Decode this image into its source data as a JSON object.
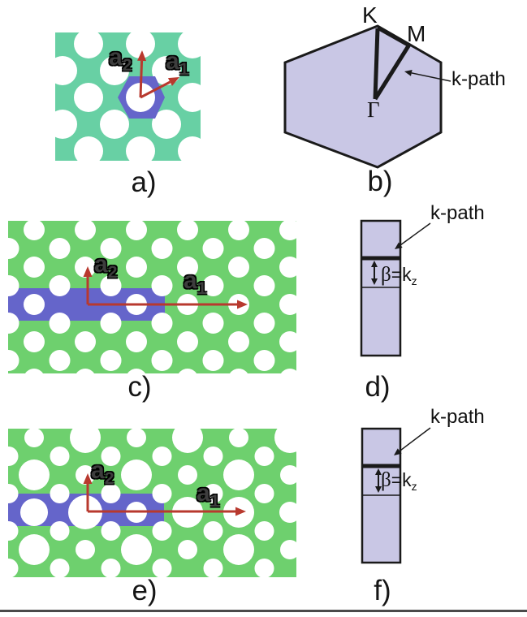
{
  "panels": {
    "a": {
      "caption": "a)",
      "vectors": {
        "a1": {
          "base": "a",
          "sub": "1"
        },
        "a2": {
          "base": "a",
          "sub": "2"
        }
      }
    },
    "b": {
      "caption": "b)",
      "k_path": "k-path",
      "points": {
        "K": "K",
        "M": "M",
        "Gamma": "Γ"
      }
    },
    "c": {
      "caption": "c)",
      "vectors": {
        "a1": {
          "base": "a",
          "sub": "1"
        },
        "a2": {
          "base": "a",
          "sub": "2"
        }
      }
    },
    "d": {
      "caption": "d)",
      "k_path": "k-path",
      "beta": {
        "beta": "β",
        "eq": "=k",
        "sub": "z"
      }
    },
    "e": {
      "caption": "e)",
      "vectors": {
        "a1": {
          "base": "a",
          "sub": "1"
        },
        "a2": {
          "base": "a",
          "sub": "2"
        }
      }
    },
    "f": {
      "caption": "f)",
      "k_path": "k-path",
      "beta": {
        "beta": "β",
        "eq": "=k",
        "sub": "z"
      }
    }
  },
  "colors": {
    "teal_slab": "#68d0a4",
    "green_slab": "#6ed06e",
    "unit_cell_blue": "#6565ca",
    "brillouin_lavender": "#c9c7e5",
    "hole_white": "#ffffff",
    "arrow_red": "#b8392e",
    "line_black": "#1a1a1a",
    "bottom_rule": "#4a4a4a"
  }
}
